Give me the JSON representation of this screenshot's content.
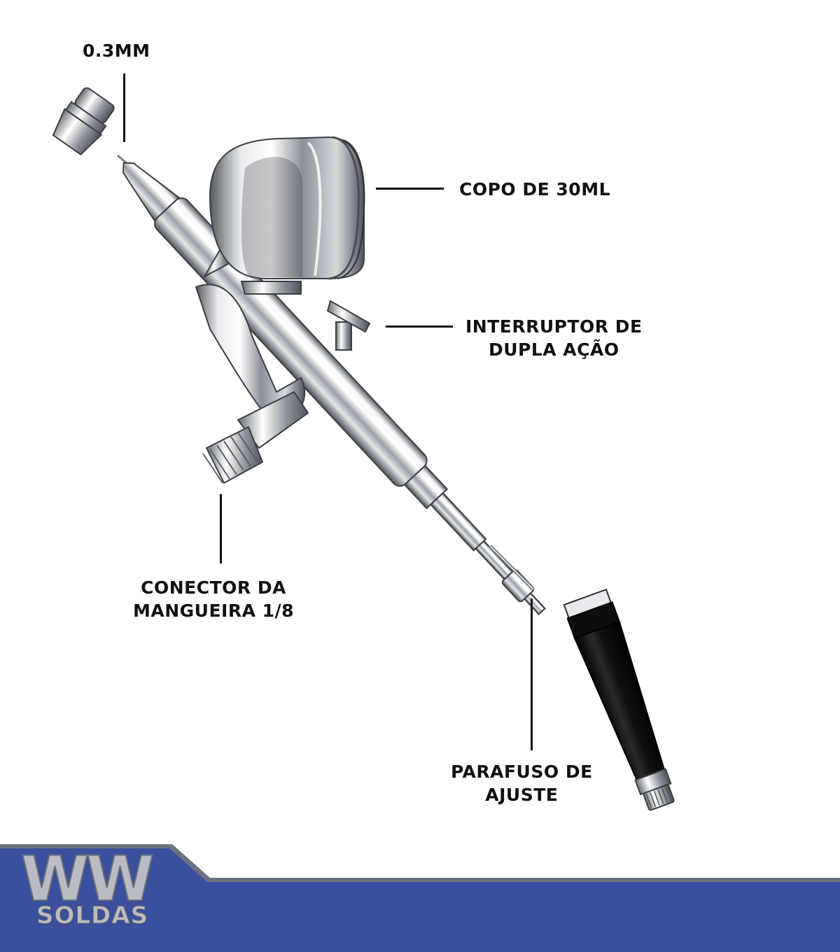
{
  "callouts": {
    "nozzle": {
      "lines": [
        "0.3MM"
      ]
    },
    "cup": {
      "lines": [
        "COPO DE 30ML"
      ]
    },
    "trigger": {
      "lines": [
        "INTERRUPTOR DE",
        "DUPLA AÇÃO"
      ]
    },
    "hose": {
      "lines": [
        "CONECTOR DA",
        "MANGUEIRA 1/8"
      ]
    },
    "screw": {
      "lines": [
        "PARAFUSO DE",
        "AJUSTE"
      ]
    }
  },
  "brand": {
    "logo_mark": "WW",
    "logo_name": "SOLDAS"
  },
  "colors": {
    "footer_blue": "#3a4f9e",
    "footer_stripe": "#6c7280",
    "text": "#111111",
    "chrome_light": "#f2f3f5",
    "chrome_dark": "#5e636b",
    "handle_black": "#0d0d0d"
  }
}
